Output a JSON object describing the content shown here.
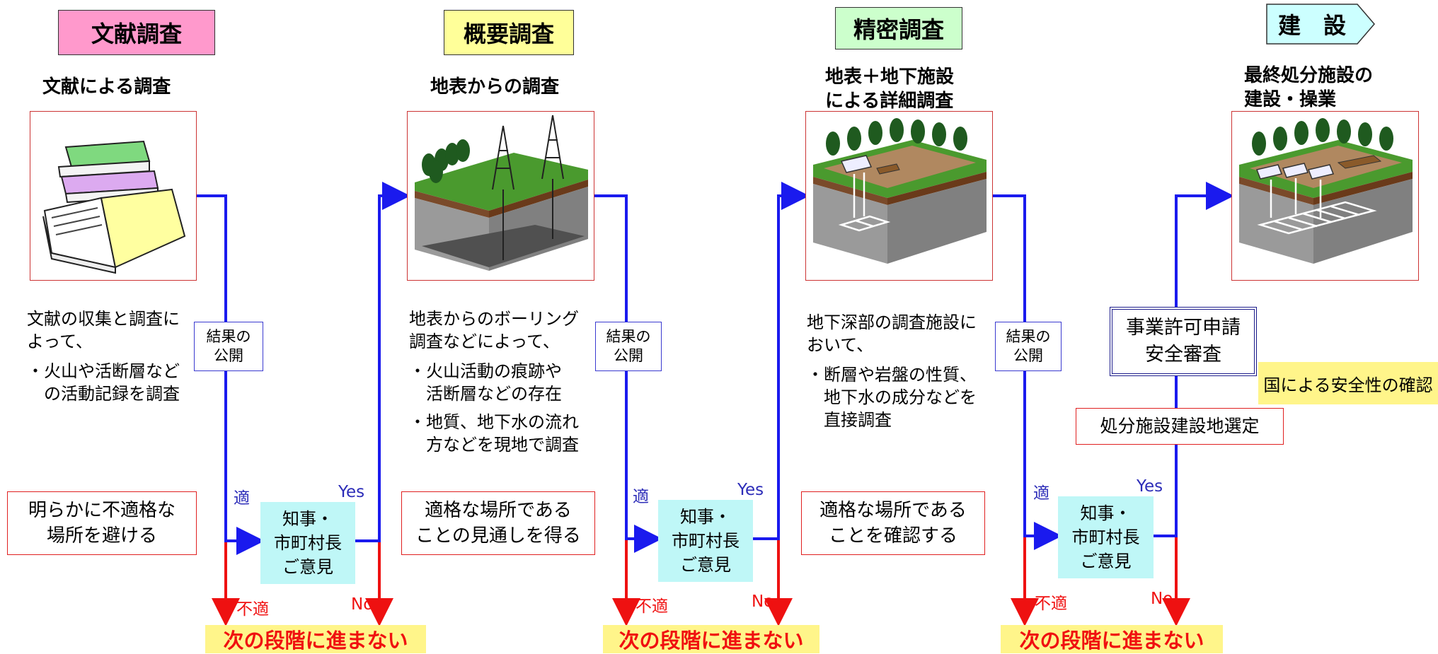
{
  "stages": [
    {
      "title": "文献調査",
      "subtitle": [
        "文献による調査"
      ],
      "desc": [
        "文献の収集と調査に",
        "よって、",
        "・火山や活断層など",
        "　の活動記録を調査"
      ],
      "goal": [
        "明らかに不適格な",
        "場所を避ける"
      ],
      "colors": {
        "title_bg": "#ff99cc"
      }
    },
    {
      "title": "概要調査",
      "subtitle": [
        "地表からの調査"
      ],
      "desc": [
        "地表からのボーリング",
        "調査などによって、",
        "・火山活動の痕跡や",
        "　活断層などの存在",
        "・地質、地下水の流れ",
        "　方などを現地で調査"
      ],
      "goal": [
        "適格な場所である",
        "ことの見通しを得る"
      ],
      "colors": {
        "title_bg": "#ffff99"
      }
    },
    {
      "title": "精密調査",
      "subtitle": [
        "地表＋地下施設",
        "による詳細調査"
      ],
      "desc": [
        "地下深部の調査施設に",
        "おいて、",
        "・断層や岩盤の性質、",
        "　地下水の成分などを",
        "　直接調査"
      ],
      "goal": [
        "適格な場所である",
        "ことを確認する"
      ],
      "colors": {
        "title_bg": "#ccffcc"
      }
    },
    {
      "title": "建　設",
      "subtitle": [
        "最終処分施設の",
        "建設・操業"
      ],
      "colors": {
        "title_bg": "#ccffff"
      }
    }
  ],
  "publish_label": [
    "結果の",
    "公開"
  ],
  "opinion_label": [
    "知事・",
    "市町村長",
    "ご意見"
  ],
  "labels": {
    "suitable": "適",
    "unsuitable": "不適",
    "yes": "Yes",
    "no": "No"
  },
  "stop_label": "次の段階に進まない",
  "license_box": [
    "事業許可申請",
    "安全審査"
  ],
  "site_select": "処分施設建設地選定",
  "safety_confirm": "国による安全性の確認",
  "colors": {
    "flow_blue": "#1a1aee",
    "stop_red": "#ee1111",
    "stop_bg": "#fff58a",
    "opinion_bg": "#bff7f7"
  }
}
